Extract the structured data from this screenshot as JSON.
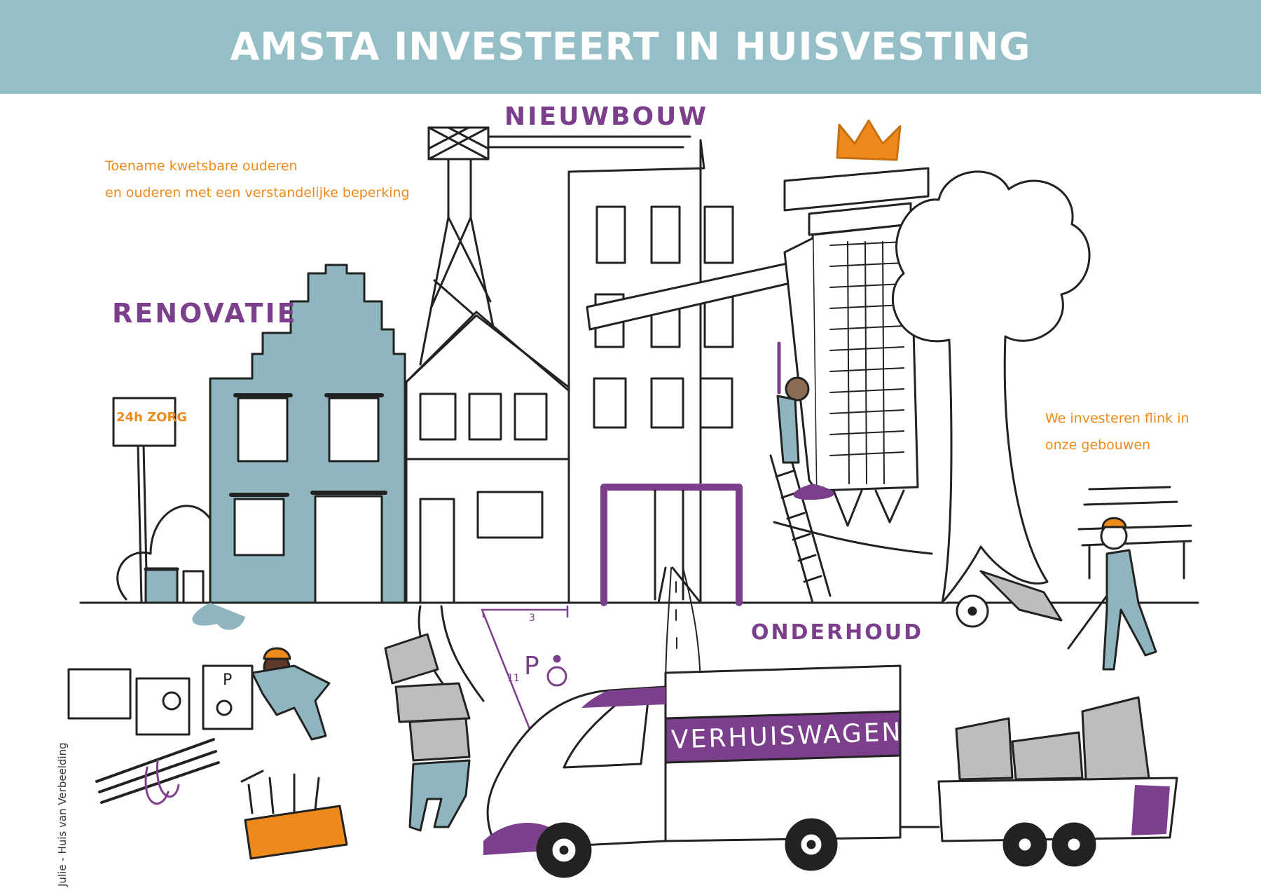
{
  "title": "AMSTA INVESTEERT IN HUISVESTING",
  "labels": {
    "nieuwbouw": "NIEUWBOUW",
    "renovatie": "RENOVATIE",
    "onderhoud": "ONDERHOUD",
    "verhuiswagen": "VERHUISWAGEN",
    "sign_24h": "24h ZORG",
    "parking_width": "3",
    "parking_length": "11",
    "parking_p": "P",
    "sign_p": "P"
  },
  "notes": {
    "kwetsbaar_line1": "Toename kwetsbare ouderen",
    "kwetsbaar_line2": "en ouderen met een verstandelijke beperking",
    "investeren_line1": "We investeren flink in",
    "investeren_line2": "onze gebouwen"
  },
  "credit": "Julie - Huis van Verbeelding",
  "colors": {
    "banner": "#95bfc6",
    "teal": "#8fb6bf",
    "purple": "#7b3f8c",
    "orange": "#ee8a1c",
    "grey": "#bdbdbd"
  },
  "icons": [
    "crane-icon",
    "wheelchair-icon",
    "crown-icon",
    "tree-icon",
    "toolbox-icon",
    "wheelbarrow-icon",
    "bench-icon"
  ]
}
